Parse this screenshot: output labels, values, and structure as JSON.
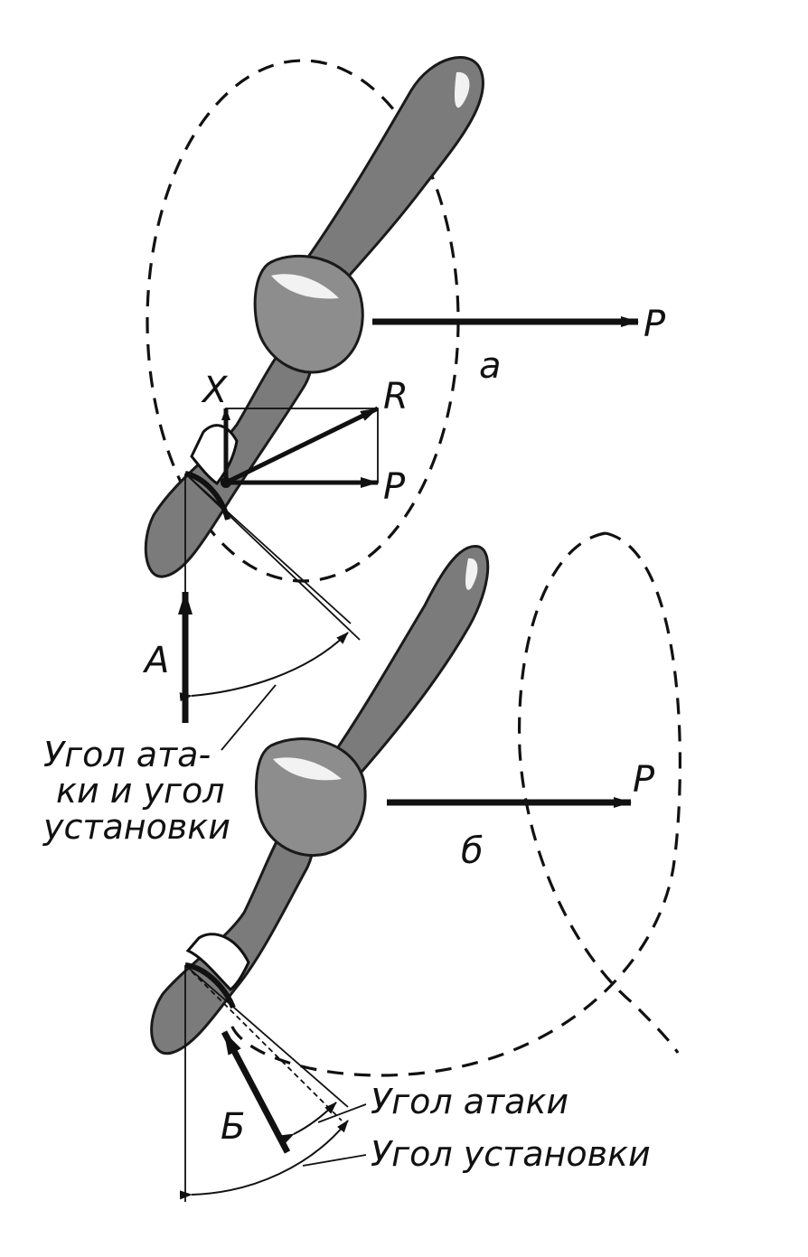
{
  "figure_a": {
    "letter": "а",
    "thrust_label": "P",
    "force_x_label": "X",
    "force_r_label": "R",
    "force_p_label": "P",
    "flow_label": "A",
    "caption": [
      "Угол ата-",
      "ки и угол",
      "установки"
    ]
  },
  "figure_b": {
    "letter": "б",
    "thrust_label": "P",
    "flow_label": "Б",
    "attack_angle_label": "Угол атаки",
    "pitch_angle_label": "Угол установки"
  }
}
